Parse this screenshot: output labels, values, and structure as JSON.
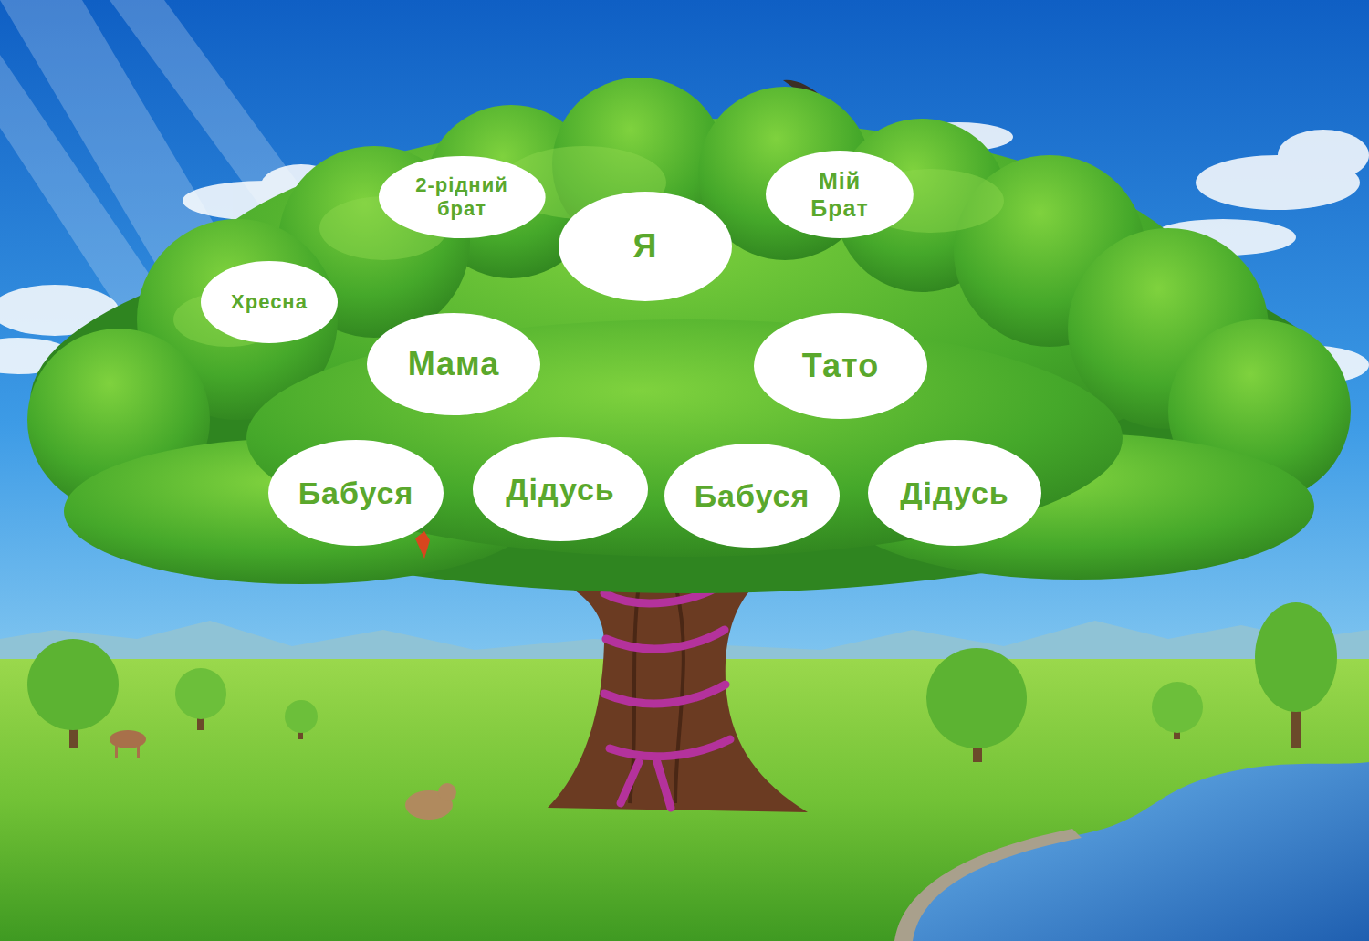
{
  "diagram": {
    "nodes": [
      {
        "text": [
          "2-рідний брат"
        ]
      },
      {
        "text": [
          "Мій Брат"
        ]
      },
      {
        "text": [
          "Я"
        ]
      },
      {
        "text": [
          "Хресна"
        ]
      },
      {
        "text": [
          "Мама"
        ]
      },
      {
        "text": [
          "Тато"
        ]
      },
      {
        "text": [
          "Бабуся"
        ]
      },
      {
        "text": [
          "Дідусь"
        ]
      },
      {
        "text": [
          "Бабуся"
        ]
      },
      {
        "text": [
          "Дідусь"
        ]
      }
    ]
  }
}
